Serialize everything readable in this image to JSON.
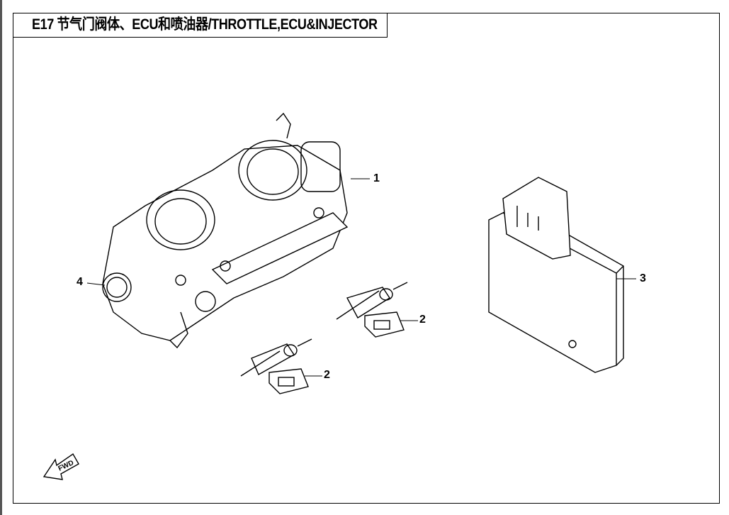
{
  "title": "E17 节气门阀体、ECU和喷油器/THROTTLE,ECU&INJECTOR",
  "callouts": [
    "1",
    "2",
    "2",
    "3",
    "4"
  ],
  "parts": {
    "throttle_body": "1",
    "injector": "2",
    "ecu": "3",
    "sensor": "4"
  },
  "fwd_label": "FWD"
}
